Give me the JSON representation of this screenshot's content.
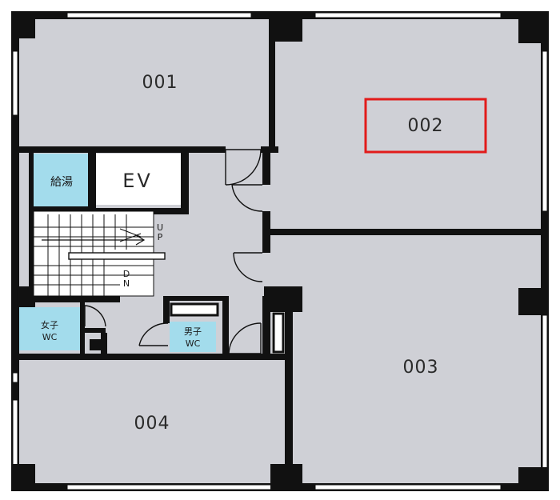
{
  "colors": {
    "wall": "#111111",
    "room_fill": "#cfd0d6",
    "core_fill": "#cfd0d6",
    "utility_fill": "#a3dcec",
    "highlight": "#e21b1b",
    "window": "#ffffff"
  },
  "rooms": {
    "r001": "001",
    "r002": "002",
    "r003": "003",
    "r004": "004"
  },
  "selected_room": "002",
  "core": {
    "elevator": "EV",
    "kitchenette": "給湯",
    "womens_wc_line1": "女子",
    "womens_wc_line2": "WC",
    "mens_wc_line1": "男子",
    "mens_wc_line2": "WC",
    "stairs_up_1": "U",
    "stairs_up_2": "P",
    "stairs_down_1": "D",
    "stairs_down_2": "N"
  }
}
